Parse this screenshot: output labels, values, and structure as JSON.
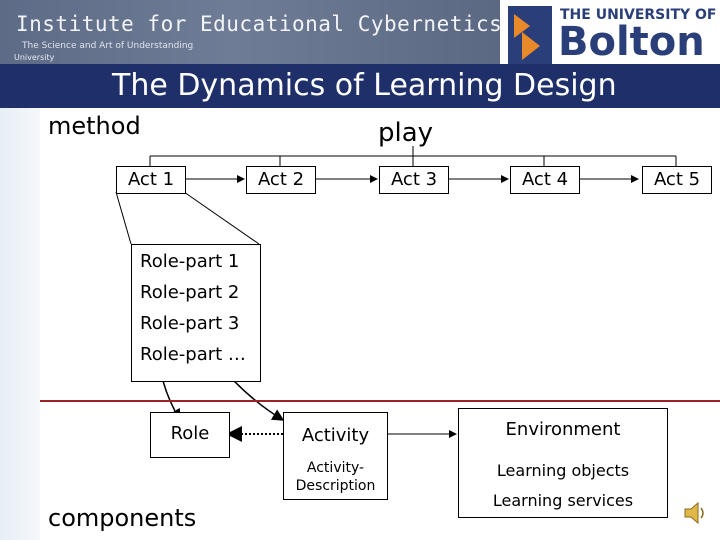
{
  "header": {
    "institute": "Institute for Educational Cybernetics",
    "tagline": "The Science and Art of Understanding",
    "university_tag": "University",
    "university_of": "THE UNIVERSITY OF",
    "university_name": "Bolton"
  },
  "title": "The Dynamics of Learning Design",
  "diagram": {
    "method_label": "method",
    "play_label": "play",
    "acts": [
      "Act 1",
      "Act 2",
      "Act 3",
      "Act 4",
      "Act 5"
    ],
    "role_parts": [
      "Role-part 1",
      "Role-part 2",
      "Role-part 3",
      "Role-part …"
    ],
    "components_label": "components",
    "role": "Role",
    "activity": "Activity",
    "activity_description": "Activity-Description",
    "environment": "Environment",
    "learning_objects": "Learning objects",
    "learning_services": "Learning services"
  },
  "colors": {
    "title_bar": "#1e2f6a",
    "banner": "#5d6b86",
    "divider": "#9b2424",
    "logo_blue": "#2a3f7a",
    "logo_orange": "#e8892a"
  },
  "icons": {
    "audio": "speaker-icon"
  }
}
